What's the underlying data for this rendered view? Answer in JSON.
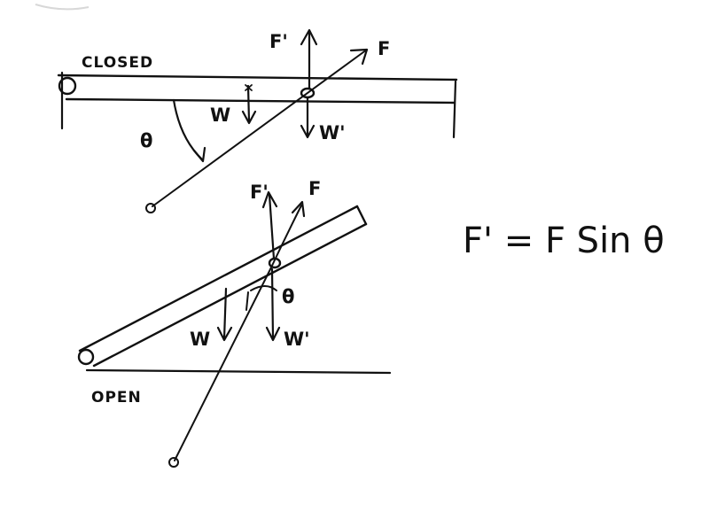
{
  "labels": {
    "closed": "CLOSED",
    "open": "OPEN",
    "f_prime": "F'",
    "f": "F",
    "w": "W",
    "w_prime": "W'",
    "theta": "θ"
  },
  "formula": {
    "text": "F' = F Sin θ"
  },
  "colors": {
    "ink": "#111111",
    "paper": "#ffffff"
  }
}
